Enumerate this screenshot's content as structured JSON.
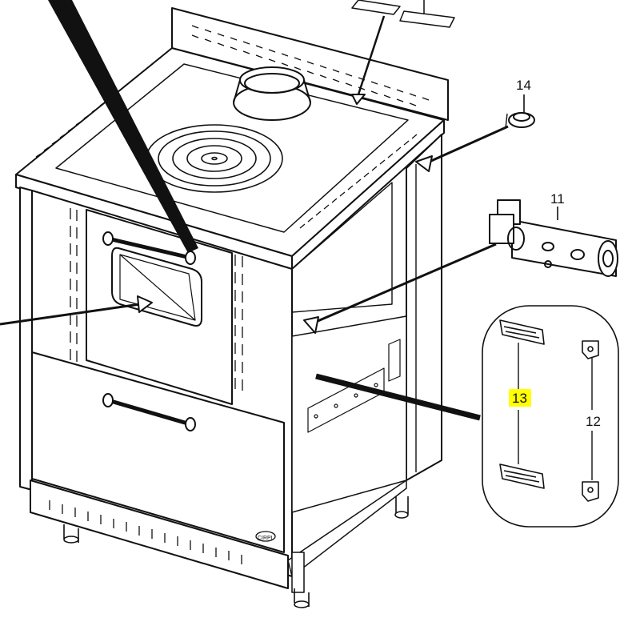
{
  "diagram": {
    "callouts": [
      {
        "id": "14",
        "text": "14"
      },
      {
        "id": "11",
        "text": "11"
      },
      {
        "id": "13",
        "text": "13",
        "highlight": "#ffff00"
      },
      {
        "id": "12",
        "text": "12"
      }
    ],
    "brand_mark": "CIRPL",
    "colors": {
      "line": "#111111",
      "fill": "#ffffff",
      "highlight": "#ffff00"
    }
  }
}
